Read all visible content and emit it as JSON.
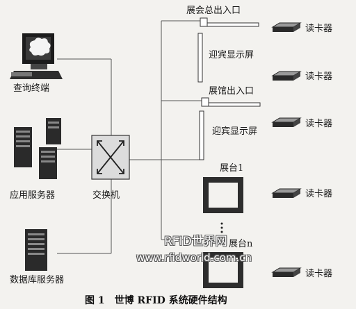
{
  "nodes": {
    "query_terminal": "查询终端",
    "app_server": "应用服务器",
    "db_server": "数据库服务器",
    "switch": "交换机",
    "expo_gate": "展会总出入口",
    "pavilion_gate": "展馆出入口",
    "welcome_display": "迎宾显示屏",
    "booth_1": "展台1",
    "booth_n": "展台n",
    "card_reader": "读卡器"
  },
  "watermark": {
    "line1": "RFID世界网",
    "line2": "www.rfidworld.com.cn"
  },
  "caption": "图 1　世博 RFID 系统硬件结构"
}
